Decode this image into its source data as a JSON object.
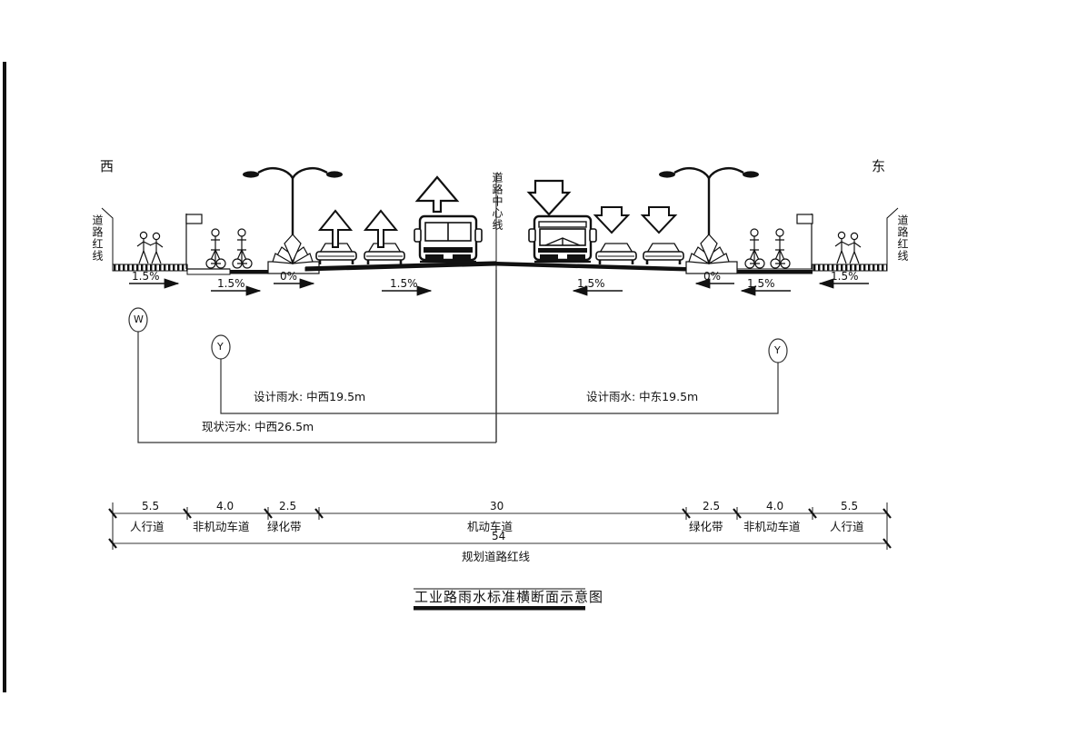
{
  "drawing": {
    "title": "工业路雨水标准横断面示意图",
    "direction_west": "西",
    "direction_east": "东",
    "redline_label_west": "道路红线",
    "redline_label_east": "道路红线",
    "centerline_label": "道路中心线"
  },
  "slopes": [
    {
      "id": "w-sidewalk",
      "value": "1.5%"
    },
    {
      "id": "w-bike",
      "value": "1.5%"
    },
    {
      "id": "w-green",
      "value": "0%"
    },
    {
      "id": "w-carriage",
      "value": "1.5%"
    },
    {
      "id": "e-carriage",
      "value": "1.5%"
    },
    {
      "id": "e-green",
      "value": "0%"
    },
    {
      "id": "e-bike",
      "value": "1.5%"
    },
    {
      "id": "e-sidewalk",
      "value": "1.5%"
    }
  ],
  "utilities": {
    "marker_sewer": "W",
    "marker_storm_west": "Y",
    "marker_storm_east": "Y",
    "note_storm_west": "设计雨水: 中西19.5m",
    "note_storm_east": "设计雨水: 中东19.5m",
    "note_sewer_west": "现状污水: 中西26.5m"
  },
  "dimensions": {
    "segments": [
      {
        "width": "5.5",
        "name": "人行道"
      },
      {
        "width": "4.0",
        "name": "非机动车道"
      },
      {
        "width": "2.5",
        "name": "绿化带"
      },
      {
        "width": "30",
        "name": "机动车道"
      },
      {
        "width": "2.5",
        "name": "绿化带"
      },
      {
        "width": "4.0",
        "name": "非机动车道"
      },
      {
        "width": "5.5",
        "name": "人行道"
      }
    ],
    "total": {
      "width": "54",
      "name": "规划道路红线"
    }
  },
  "colors": {
    "ink": "#111111",
    "line": "#444444",
    "paper": "#ffffff"
  }
}
